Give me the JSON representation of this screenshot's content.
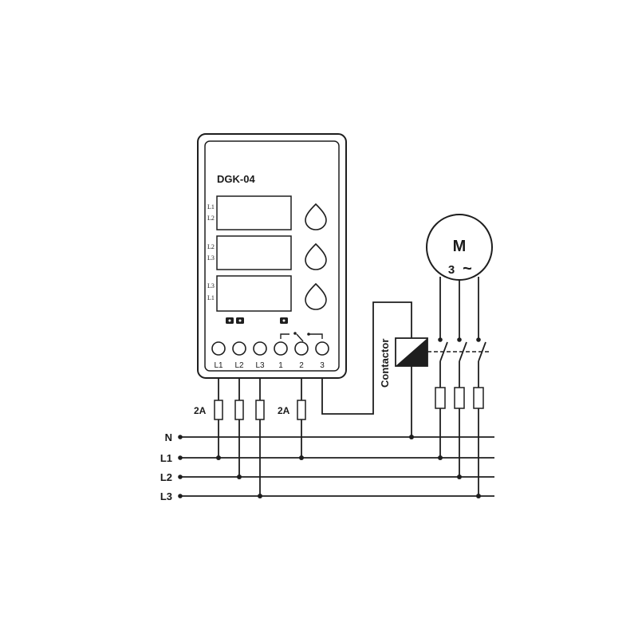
{
  "device": {
    "model": "DGK-04",
    "display_rows": [
      {
        "top": "L1",
        "bottom": "L2"
      },
      {
        "top": "L2",
        "bottom": "L3"
      },
      {
        "top": "L3",
        "bottom": "L1"
      }
    ],
    "terminals": [
      "L1",
      "L2",
      "L3",
      "1",
      "2",
      "3"
    ]
  },
  "fuses": {
    "control_rating": "2A",
    "relay_rating": "2A"
  },
  "contactor": {
    "label": "Contactor"
  },
  "motor": {
    "letter": "M",
    "phase": "3",
    "symbol": "~"
  },
  "supply_lines": [
    "N",
    "L1",
    "L2",
    "L3"
  ]
}
